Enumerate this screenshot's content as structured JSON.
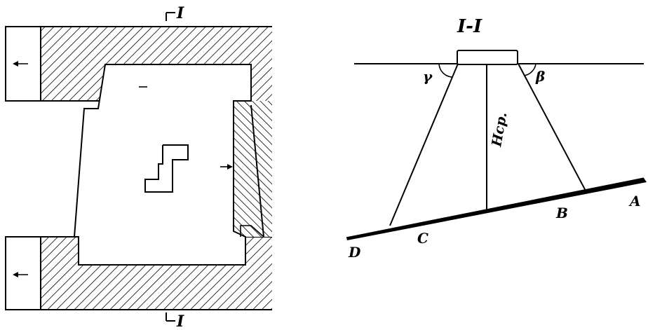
{
  "plan": {
    "section_mark_top": "I",
    "section_mark_bottom": "I"
  },
  "section": {
    "title": "I-I",
    "angle_left": "γ",
    "angle_right": "β",
    "height_label": "Hcp.",
    "points": [
      "A",
      "B",
      "C",
      "D"
    ]
  },
  "colors": {
    "ink": "#000000",
    "paper": "#ffffff"
  }
}
